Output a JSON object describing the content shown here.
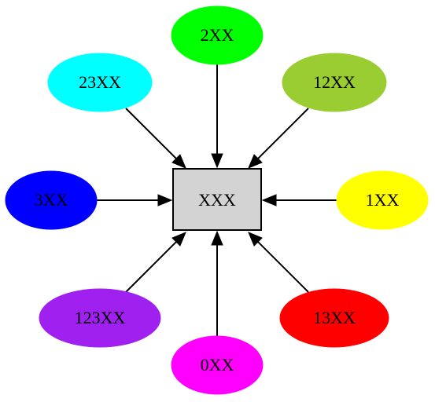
{
  "center": {
    "label": "XXX",
    "fill": "#d3d3d3",
    "stroke": "#000000"
  },
  "nodes": [
    {
      "id": "2XX",
      "label": "2XX",
      "color": "#00ff00"
    },
    {
      "id": "23XX",
      "label": "23XX",
      "color": "#00ffff"
    },
    {
      "id": "12XX",
      "label": "12XX",
      "color": "#9acd32"
    },
    {
      "id": "3XX",
      "label": "3XX",
      "color": "#0000ff"
    },
    {
      "id": "1XX",
      "label": "1XX",
      "color": "#ffff00"
    },
    {
      "id": "123XX",
      "label": "123XX",
      "color": "#a020f0"
    },
    {
      "id": "13XX",
      "label": "13XX",
      "color": "#ff0000"
    },
    {
      "id": "0XX",
      "label": "0XX",
      "color": "#ff00ff"
    }
  ],
  "edges": [
    {
      "from": "2XX",
      "to": "XXX"
    },
    {
      "from": "23XX",
      "to": "XXX"
    },
    {
      "from": "12XX",
      "to": "XXX"
    },
    {
      "from": "3XX",
      "to": "XXX"
    },
    {
      "from": "1XX",
      "to": "XXX"
    },
    {
      "from": "123XX",
      "to": "XXX"
    },
    {
      "from": "13XX",
      "to": "XXX"
    },
    {
      "from": "0XX",
      "to": "XXX"
    }
  ]
}
